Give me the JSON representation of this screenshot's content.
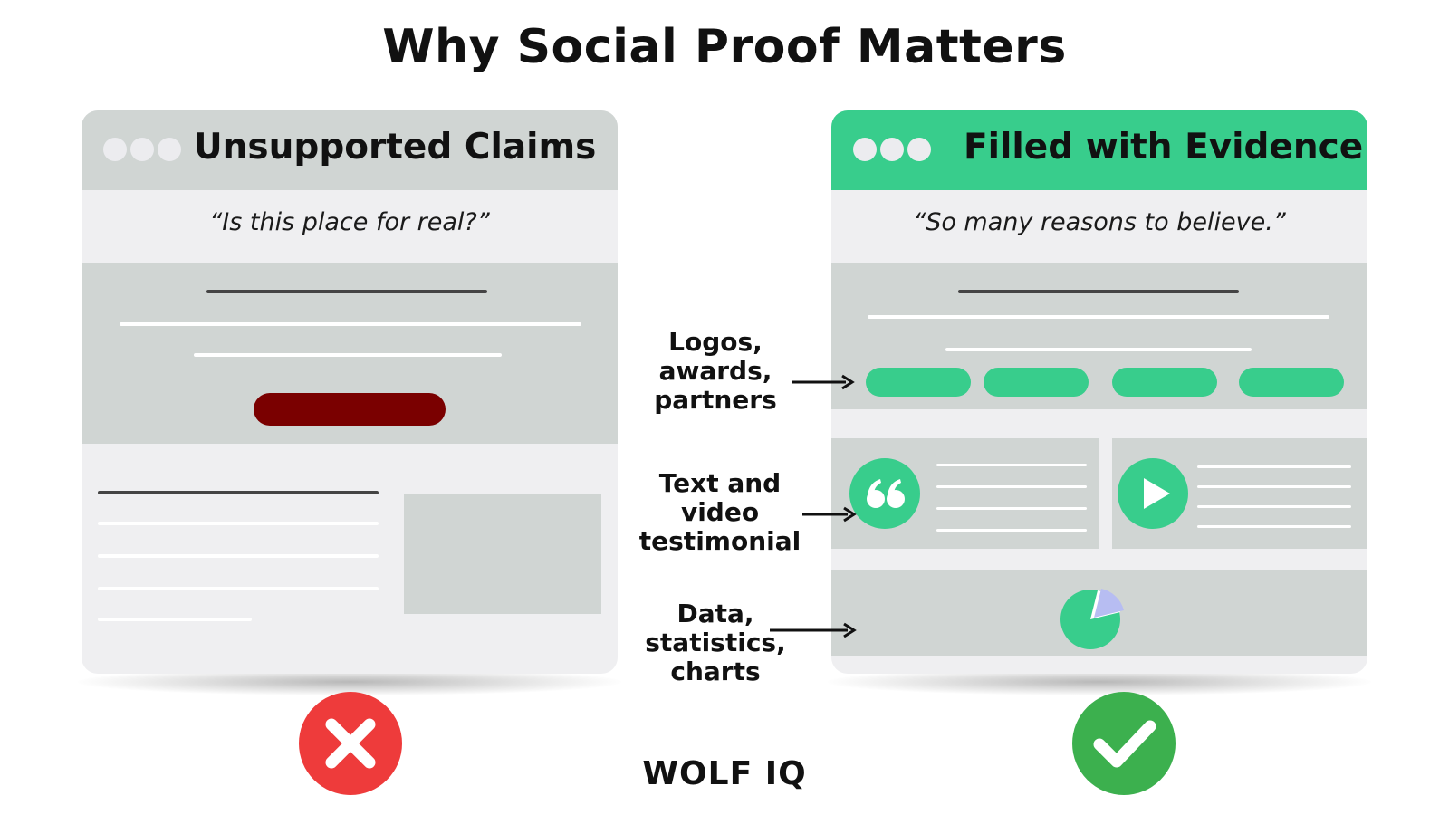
{
  "title": "Why Social Proof Matters",
  "left_panel": {
    "header_title": "Unsupported Claims",
    "quote": "“Is this place for real?”"
  },
  "right_panel": {
    "header_title": "Filled with Evidence",
    "quote": "“So many reasons to believe.”"
  },
  "labels": {
    "logos": [
      "Logos,",
      "awards,",
      "partners"
    ],
    "testimonials": [
      "Text and",
      "video",
      "testimonial"
    ],
    "data": [
      "Data,",
      "statistics,",
      "charts"
    ]
  },
  "brand": "WOLF IQ",
  "icons": {
    "quote": "quote-icon",
    "play": "play-icon",
    "chart": "pie-chart-icon",
    "bad": "x-mark-icon",
    "good": "check-mark-icon"
  },
  "colors": {
    "header_gray": "#d0d5d3",
    "accent_green": "#38cd8c",
    "cta_dark_red": "#7a0000",
    "badge_red": "#ee3b3b",
    "badge_green": "#3cb04e",
    "pie_slice": "#b7bdf2"
  }
}
